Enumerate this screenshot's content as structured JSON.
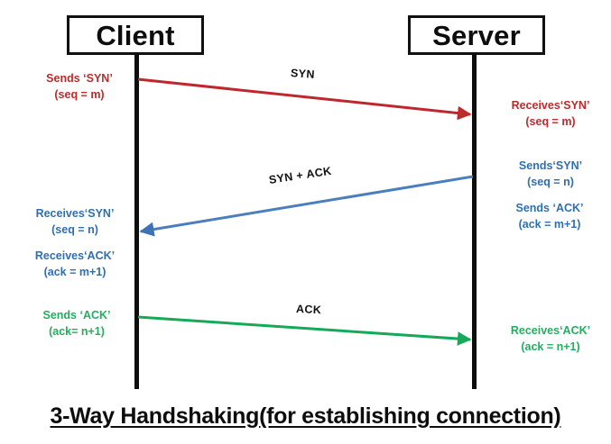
{
  "diagram": {
    "caption": "3-Way Handshaking(for establishing connection)",
    "endpoints": {
      "client": "Client",
      "server": "Server"
    },
    "colors": {
      "red": "#bc2b2b",
      "blue": "#2f6fb0",
      "green": "#24ad5e",
      "black": "#0d0d0d",
      "background": "#ffffff"
    },
    "messages": [
      {
        "id": "syn",
        "label": "SYN",
        "direction": "client-to-server",
        "color": "#bc2b2b"
      },
      {
        "id": "syn-ack",
        "label": "SYN + ACK",
        "direction": "server-to-client",
        "color": "#2f6fb0"
      },
      {
        "id": "ack",
        "label": "ACK",
        "direction": "client-to-server",
        "color": "#24ad5e"
      }
    ],
    "client_annotations": [
      {
        "id": "client-send-syn",
        "line1": "Sends ‘SYN’",
        "line2": "(seq = m)",
        "color": "#bc2b2b"
      },
      {
        "id": "client-receives-syn",
        "line1": "Receives‘SYN’",
        "line2": "(seq = n)",
        "color": "#2f6fb0"
      },
      {
        "id": "client-receives-ack",
        "line1": "Receives‘ACK’",
        "line2": "(ack = m+1)",
        "color": "#2f6fb0"
      },
      {
        "id": "client-sends-ack",
        "line1": "Sends ‘ACK’",
        "line2": "(ack= n+1)",
        "color": "#24ad5e"
      }
    ],
    "server_annotations": [
      {
        "id": "server-receives-syn",
        "line1": "Receives‘SYN’",
        "line2": "(seq = m)",
        "color": "#bc2b2b"
      },
      {
        "id": "server-sends-syn",
        "line1": "Sends‘SYN’",
        "line2": "(seq = n)",
        "color": "#2f6fb0"
      },
      {
        "id": "server-sends-ack",
        "line1": "Sends ‘ACK’",
        "line2": "(ack = m+1)",
        "color": "#2f6fb0"
      },
      {
        "id": "server-receives-ack",
        "line1": "Receives‘ACK’",
        "line2": "(ack = n+1)",
        "color": "#24ad5e"
      }
    ]
  }
}
